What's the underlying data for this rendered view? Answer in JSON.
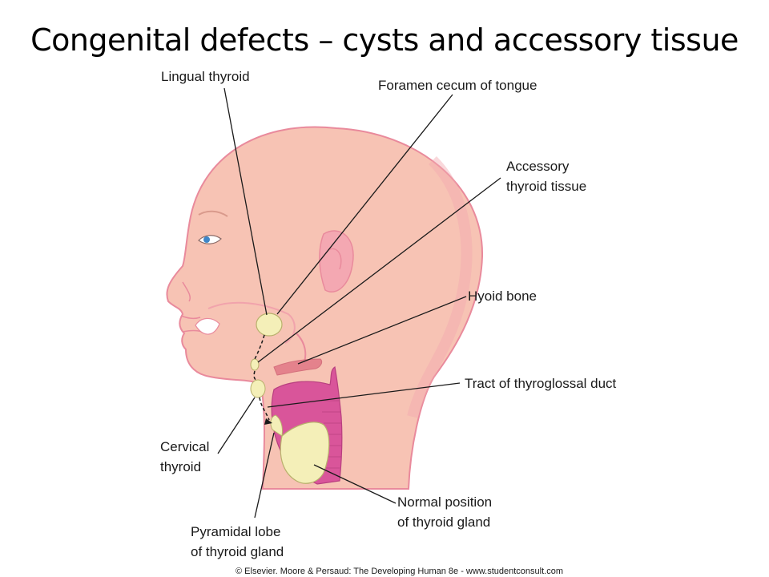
{
  "title": "Congenital defects – cysts and accessory tissue",
  "labels": {
    "lingual_thyroid": "Lingual thyroid",
    "foramen_cecum": "Foramen cecum of tongue",
    "accessory_line1": "Accessory",
    "accessory_line2": "thyroid tissue",
    "hyoid_bone": "Hyoid bone",
    "tract": "Tract of thyroglossal duct",
    "cervical_line1": "Cervical",
    "cervical_line2": "thyroid",
    "normal_line1": "Normal position",
    "normal_line2": "of thyroid gland",
    "pyramidal_line1": "Pyramidal lobe",
    "pyramidal_line2": "of thyroid gland"
  },
  "copyright": "© Elsevier. Moore & Persaud: The Developing Human 8e - www.studentconsult.com",
  "colors": {
    "skin": "#f7c3b4",
    "skin_outline": "#e98a9c",
    "gland": "#f4efb8",
    "cartilage": "#d9559a",
    "bone": "#e4828c"
  }
}
